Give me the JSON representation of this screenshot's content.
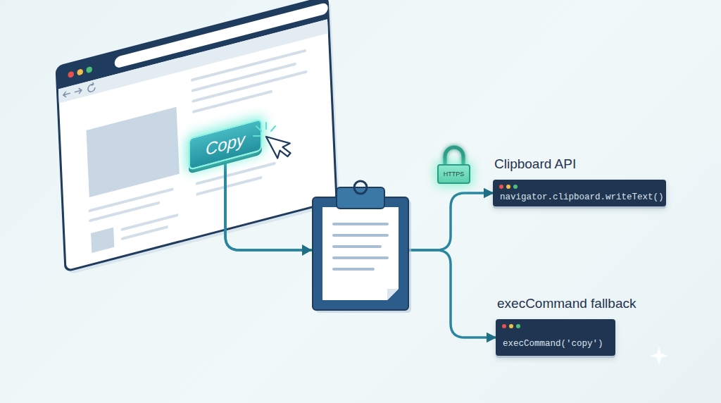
{
  "diagram": {
    "nodes": [
      {
        "text": [
          "Copy"
        ]
      },
      {
        "text": [
          "HTTPS"
        ]
      },
      {
        "text": [
          "Clipboard API",
          "navigator.clipboard.writeText()"
        ]
      },
      {
        "text": [
          "execCommand fallback",
          "execCommand('copy')"
        ]
      }
    ],
    "edges": [
      {
        "from": 0,
        "to": 2,
        "arrow": "to"
      },
      {
        "from": 0,
        "to": 3,
        "arrow": "to"
      }
    ]
  }
}
